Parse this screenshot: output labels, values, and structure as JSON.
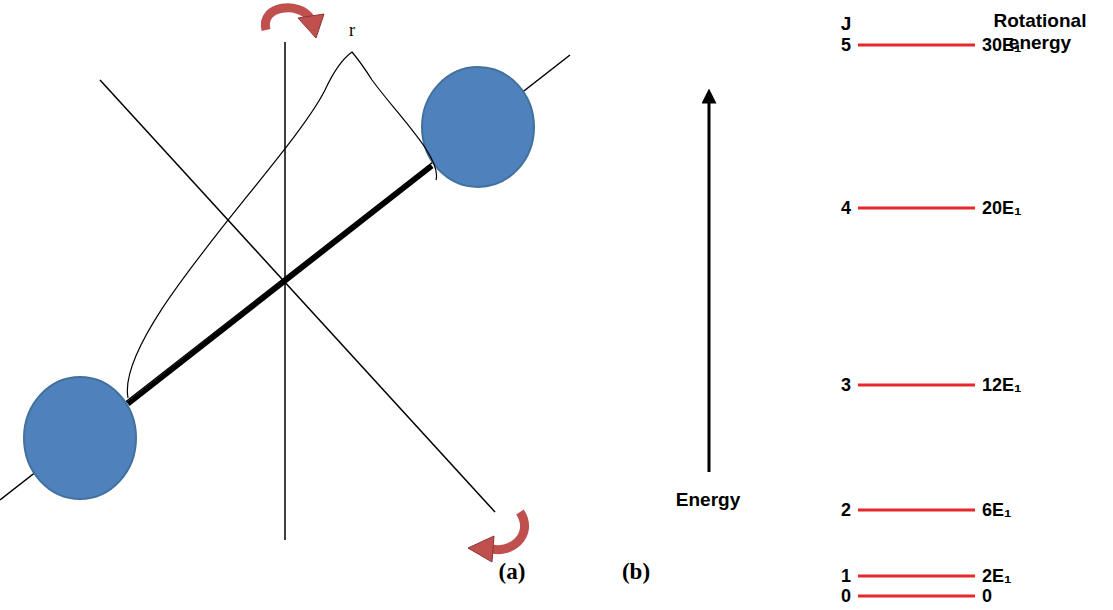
{
  "diagram": {
    "labels": [
      "r",
      "(a)",
      "(b)",
      "J",
      "Rotational energy",
      "Energy",
      "5",
      "30E₁",
      "4",
      "20E₁",
      "3",
      "12E₁",
      "2",
      "6E₁",
      "1",
      "2E₁",
      "0",
      "0"
    ]
  }
}
